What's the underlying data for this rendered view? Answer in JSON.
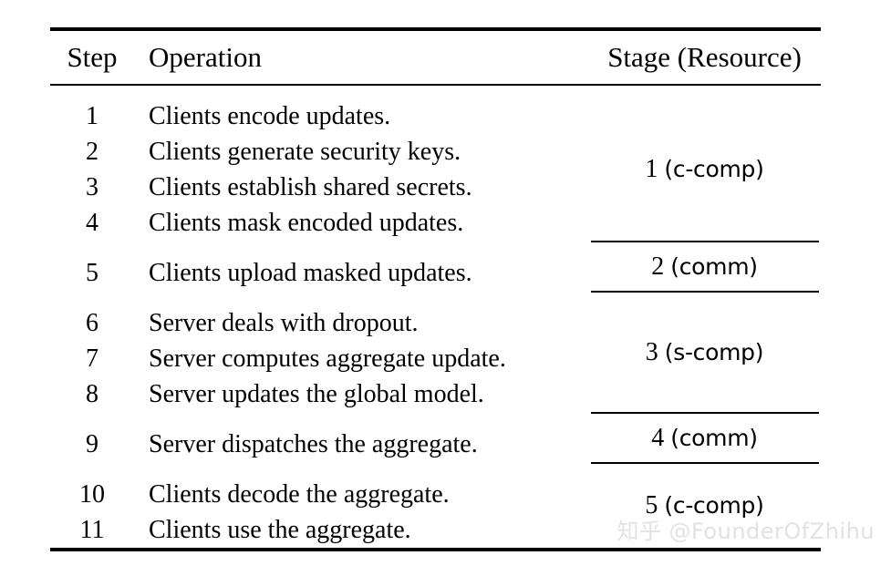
{
  "table": {
    "headers": {
      "step": "Step",
      "operation": "Operation",
      "stage": "Stage (Resource)"
    },
    "groups": [
      {
        "stage_number": "1",
        "stage_resource": "(c-comp)",
        "rows": [
          {
            "step": "1",
            "operation": "Clients encode updates."
          },
          {
            "step": "2",
            "operation": "Clients generate security keys."
          },
          {
            "step": "3",
            "operation": "Clients establish shared secrets."
          },
          {
            "step": "4",
            "operation": "Clients mask encoded updates."
          }
        ]
      },
      {
        "stage_number": "2",
        "stage_resource": "(comm)",
        "rows": [
          {
            "step": "5",
            "operation": "Clients upload masked updates."
          }
        ]
      },
      {
        "stage_number": "3",
        "stage_resource": "(s-comp)",
        "rows": [
          {
            "step": "6",
            "operation": "Server deals with dropout."
          },
          {
            "step": "7",
            "operation": "Server computes aggregate update."
          },
          {
            "step": "8",
            "operation": "Server updates the global model."
          }
        ]
      },
      {
        "stage_number": "4",
        "stage_resource": "(comm)",
        "rows": [
          {
            "step": "9",
            "operation": "Server dispatches the aggregate."
          }
        ]
      },
      {
        "stage_number": "5",
        "stage_resource": "(c-comp)",
        "rows": [
          {
            "step": "10",
            "operation": "Clients decode the aggregate."
          },
          {
            "step": "11",
            "operation": "Clients use the aggregate."
          }
        ]
      }
    ]
  },
  "watermark": {
    "logo": "知乎",
    "handle": "@FounderOfZhihu"
  },
  "colors": {
    "rule": "#000000",
    "text": "#000000",
    "watermark": "#e2e2e2",
    "background": "#ffffff"
  }
}
